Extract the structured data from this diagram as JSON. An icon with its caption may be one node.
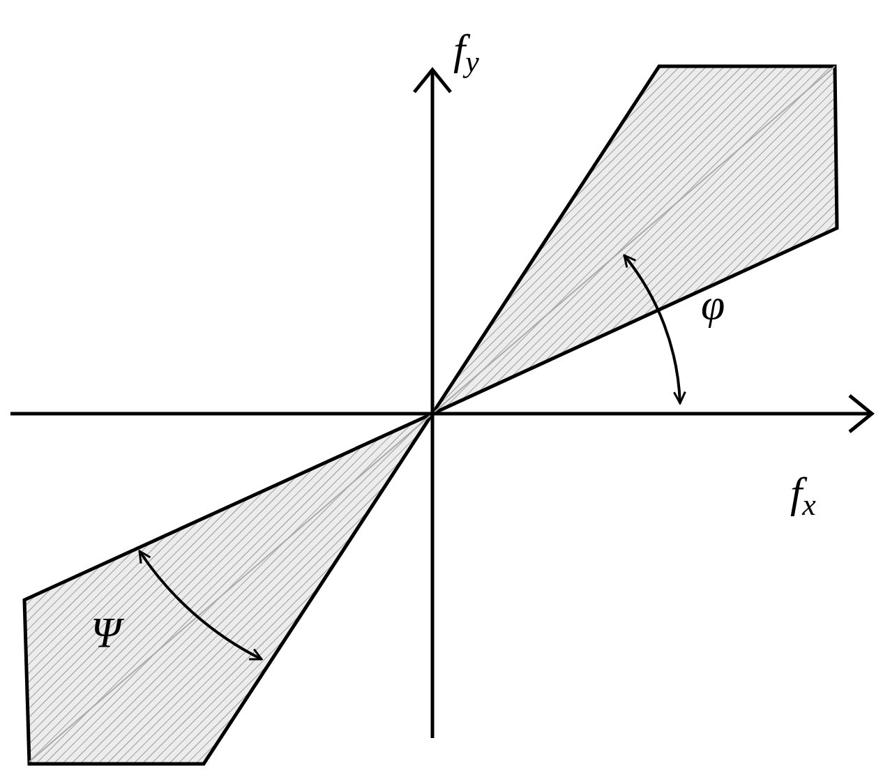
{
  "diagram": {
    "labels": [
      "f$_{y}$",
      "φ",
      "f$_{x}$",
      "Ψ"
    ]
  }
}
